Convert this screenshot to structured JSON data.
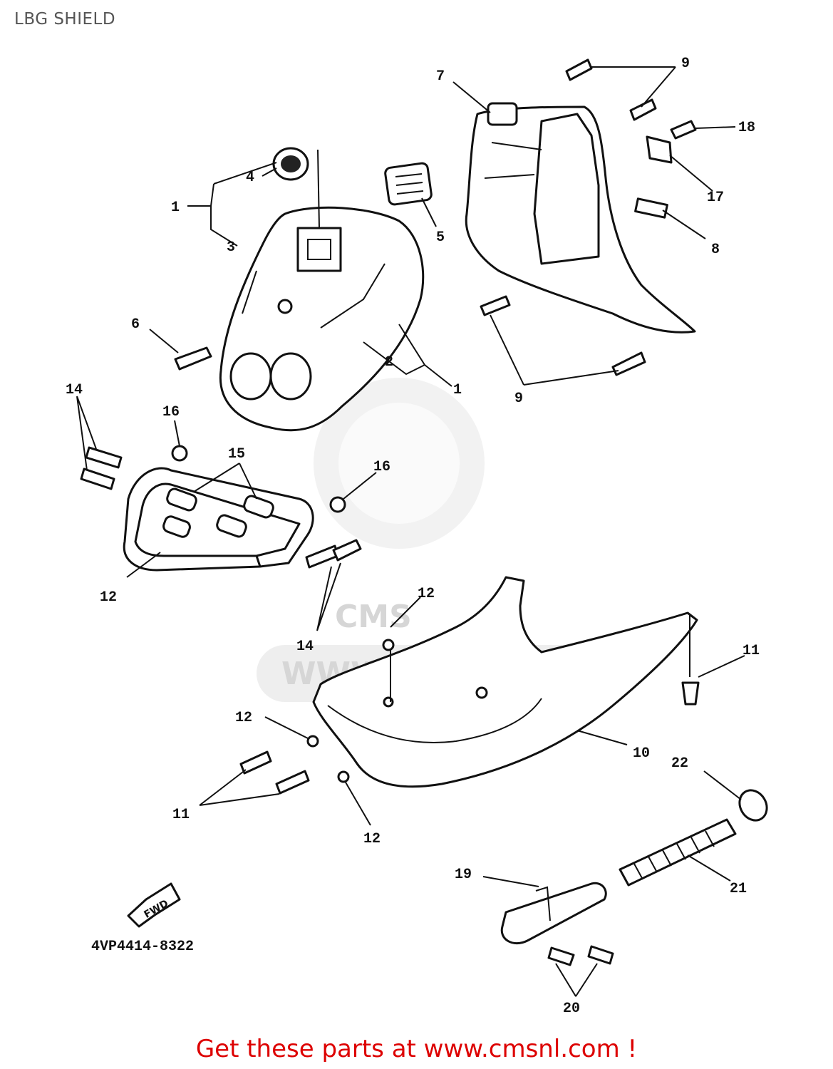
{
  "page": {
    "title": "LBG SHIELD"
  },
  "watermark": {
    "site": "WWW.CMSNL.COM",
    "brand": "CMS"
  },
  "diagram": {
    "drawing_code": "4VP4414-8322",
    "fwd_label": "FWD",
    "callouts": [
      "1",
      "1",
      "2",
      "3",
      "4",
      "5",
      "6",
      "7",
      "8",
      "9",
      "9",
      "10",
      "11",
      "11",
      "12",
      "12",
      "12",
      "12",
      "14",
      "14",
      "15",
      "16",
      "16",
      "17",
      "18",
      "19",
      "20",
      "21",
      "22"
    ]
  },
  "footer": {
    "link_text": "Get these parts at www.cmsnl.com !"
  }
}
